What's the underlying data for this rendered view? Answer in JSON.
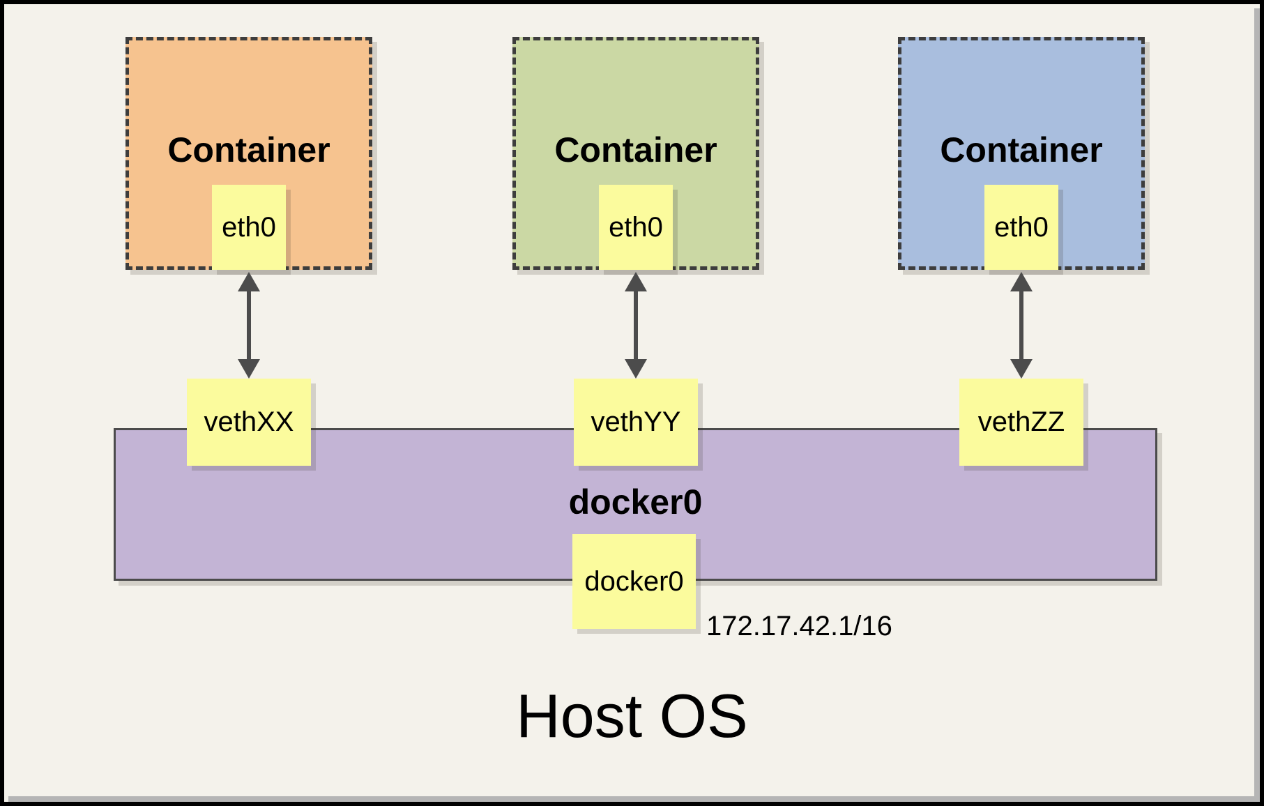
{
  "containers": [
    {
      "label": "Container",
      "interface": "eth0",
      "veth": "vethXX",
      "fill": "#F6C38F"
    },
    {
      "label": "Container",
      "interface": "eth0",
      "veth": "vethYY",
      "fill": "#CBD8A4"
    },
    {
      "label": "Container",
      "interface": "eth0",
      "veth": "vethZZ",
      "fill": "#A9BEDE"
    }
  ],
  "bridge": {
    "label": "docker0",
    "port_label": "docker0",
    "ip": "172.17.42.1/16",
    "fill": "#C3B4D5"
  },
  "host": {
    "label": "Host OS"
  },
  "colors": {
    "page_background": "#F4F2EB",
    "note_fill": "#FBFB9D",
    "dashed_border": "#3D3D3D",
    "bar_border": "#4B4B4B",
    "arrow": "#4C4C4C",
    "frame": "#000000",
    "page_shadow": "#B5B5B5"
  }
}
